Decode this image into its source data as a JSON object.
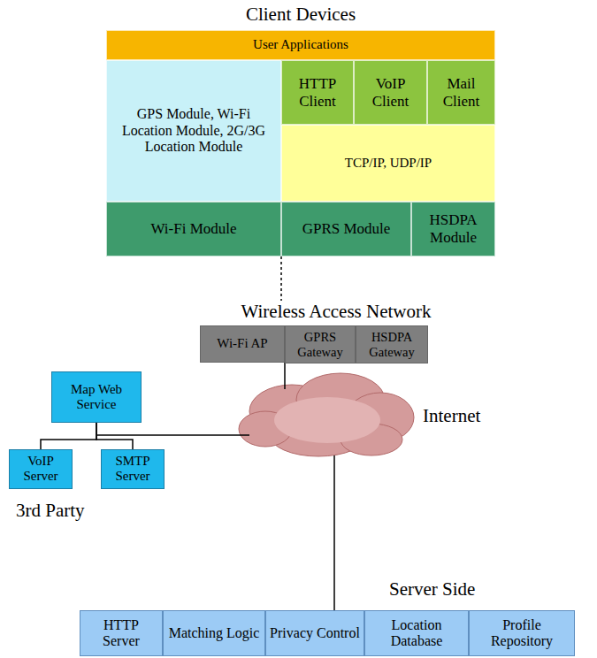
{
  "diagram": {
    "nodes": [
      {
        "text": [
          "User Applications"
        ]
      },
      {
        "text": [
          "GPS Module, Wi-Fi Location Module, 2G/3G Location Module"
        ]
      },
      {
        "text": [
          "HTTP Client"
        ]
      },
      {
        "text": [
          "VoIP Client"
        ]
      },
      {
        "text": [
          "Mail Client"
        ]
      },
      {
        "text": [
          "TCP/IP, UDP/IP"
        ]
      },
      {
        "text": [
          "Wi-Fi Module"
        ]
      },
      {
        "text": [
          "GPRS Module"
        ]
      },
      {
        "text": [
          "HSDPA Module"
        ]
      },
      {
        "text": [
          "Wi-Fi AP"
        ]
      },
      {
        "text": [
          "GPRS Gateway"
        ]
      },
      {
        "text": [
          "HSDPA Gateway"
        ]
      },
      {
        "text": [
          "Map Web Service"
        ]
      },
      {
        "text": [
          "VoIP Server"
        ]
      },
      {
        "text": [
          "SMTP Server"
        ]
      },
      {
        "text": [
          "HTTP Server"
        ]
      },
      {
        "text": [
          "Matching Logic"
        ]
      },
      {
        "text": [
          "Privacy Control"
        ]
      },
      {
        "text": [
          "Location Database"
        ]
      },
      {
        "text": [
          "Profile Repository"
        ]
      }
    ],
    "edges": [
      {
        "from": 12,
        "to": 13,
        "arrow": "none"
      },
      {
        "from": 12,
        "to": 14,
        "arrow": "none"
      }
    ],
    "labels": [
      "Client Devices",
      "Wireless Access Network",
      "Internet",
      "3rd Party",
      "Server Side"
    ]
  }
}
